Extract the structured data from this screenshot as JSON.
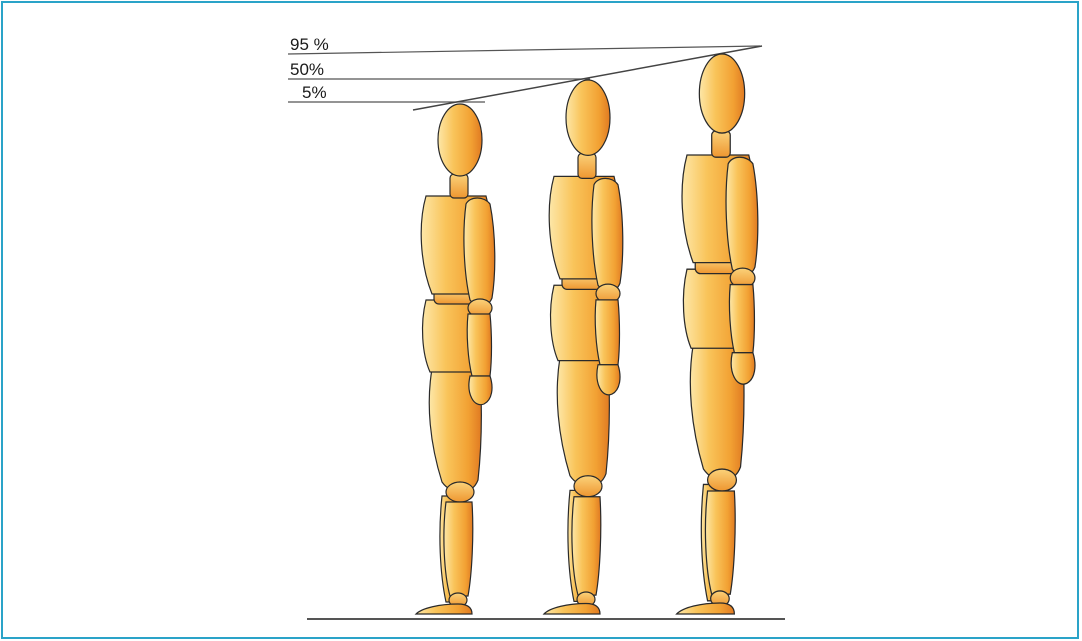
{
  "colors": {
    "frame_border": "#2aa3c8",
    "figure_fill": "#f7b340",
    "figure_shade": "#e8892a",
    "figure_highlight": "#fde7a8",
    "outline": "#2a2a2a",
    "guide_line": "#555555"
  },
  "labels": {
    "p95": "95 %",
    "p50": "50%",
    "p5": "5%"
  },
  "figures": [
    {
      "percentile": "5%"
    },
    {
      "percentile": "50%"
    },
    {
      "percentile": "95 %"
    }
  ]
}
